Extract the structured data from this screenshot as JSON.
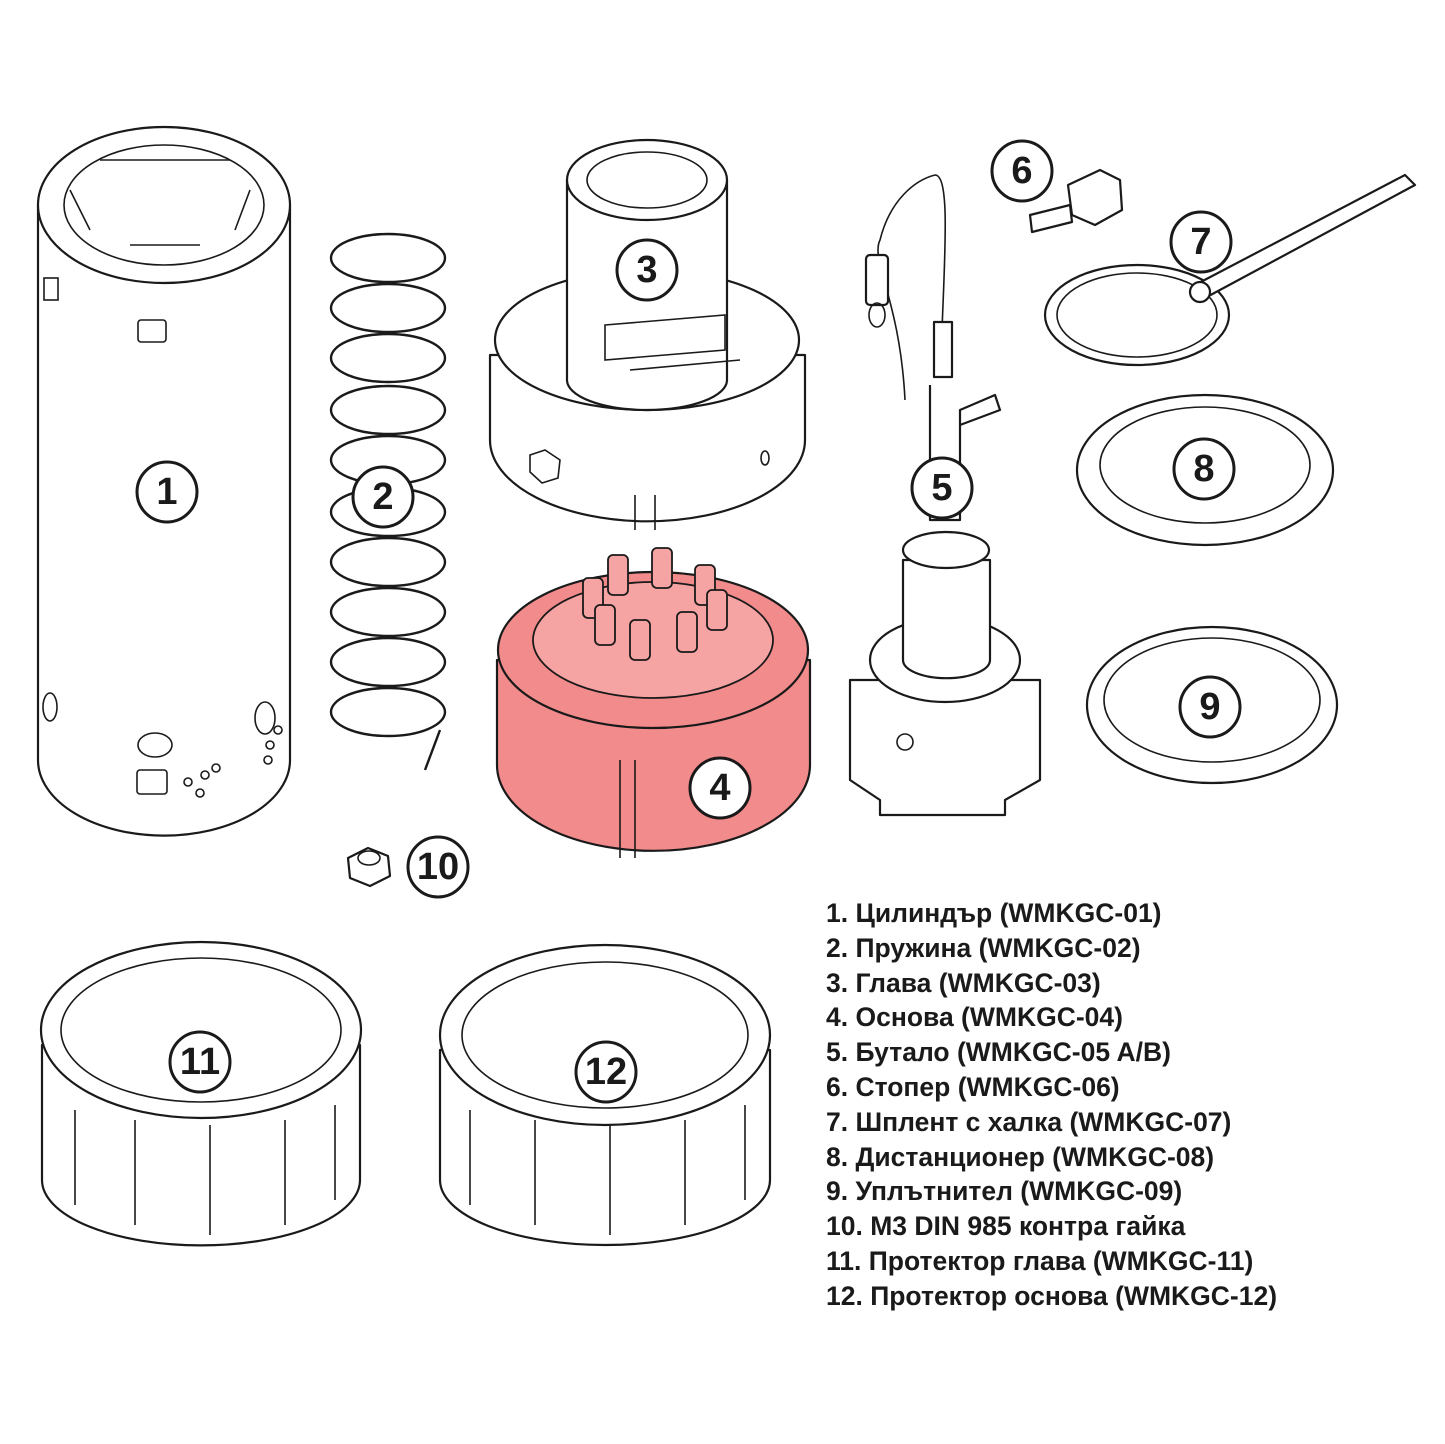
{
  "highlight_color": "#f28b8b",
  "callouts": [
    "1",
    "2",
    "3",
    "4",
    "5",
    "6",
    "7",
    "8",
    "9",
    "10",
    "11",
    "12"
  ],
  "legend": [
    "1. Цилиндър (WMKGC-01)",
    "2. Пружина (WMKGC-02)",
    "3. Глава (WMKGC-03)",
    "4. Основа (WMKGC-04)",
    "5. Бутало (WMKGC-05 A/B)",
    "6. Стопер (WMKGC-06)",
    "7. Шплент с халка (WMKGC-07)",
    "8. Дистанционер (WMKGC-08)",
    "9. Уплътнител (WMKGC-09)",
    "10. M3 DIN 985 контра гайка",
    "11. Протектор глава (WMKGC-11)",
    "12. Протектор основа (WMKGC-12)"
  ]
}
